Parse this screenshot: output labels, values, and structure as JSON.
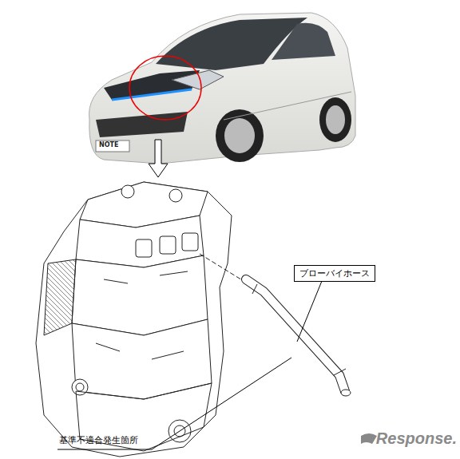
{
  "diagram": {
    "nodes": [
      {
        "text": [
          "ブローバイホース"
        ]
      }
    ],
    "labels": [
      "NOTE",
      "基準不適合発生箇所",
      "Response."
    ]
  }
}
